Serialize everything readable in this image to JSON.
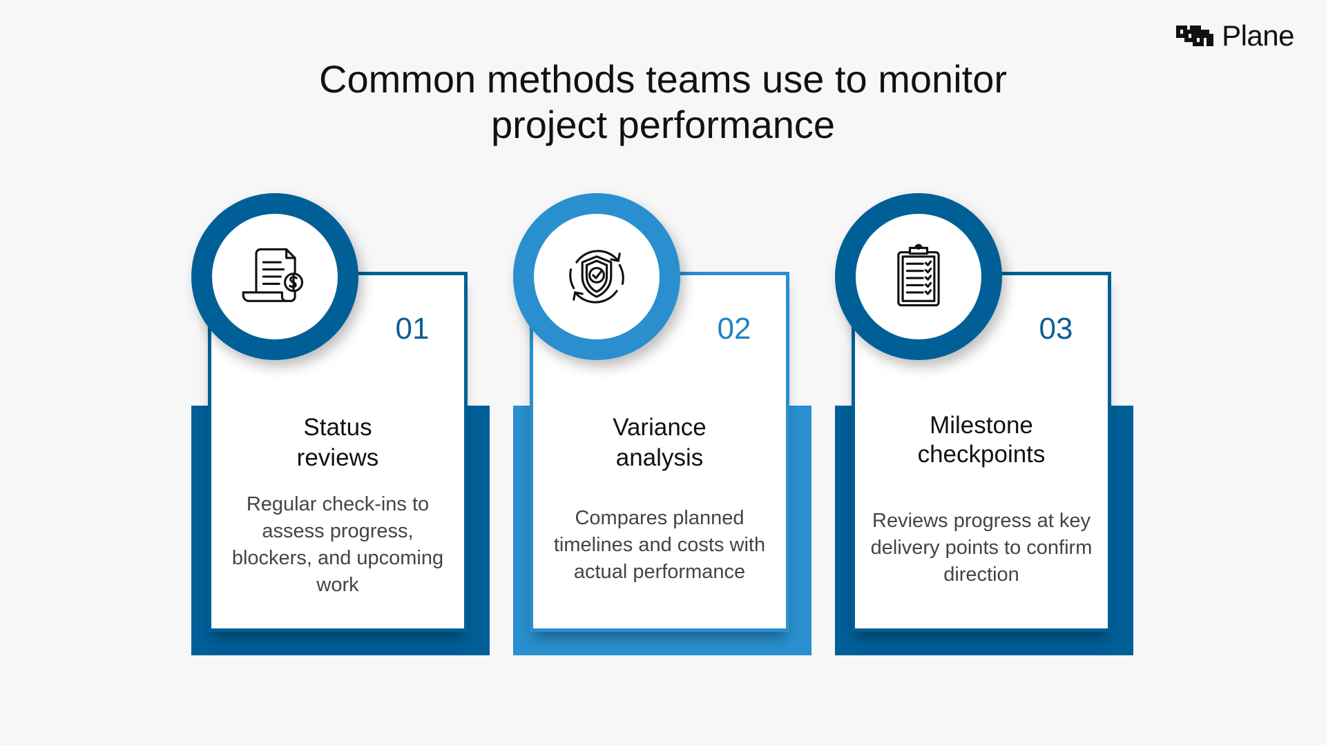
{
  "brand": {
    "name": "Plane",
    "logo_icon": "plane-logo-icon"
  },
  "title": {
    "line1": "Common methods teams use to monitor",
    "line2": "project performance"
  },
  "colors": {
    "dark_blue": "#015f97",
    "light_blue": "#2a8fce",
    "background": "#f7f7f8"
  },
  "methods": [
    {
      "number": "01",
      "icon": "document-dollar-icon",
      "heading_line1": "Status",
      "heading_line2": "reviews",
      "description": "Regular check-ins to assess progress, blockers, and upcoming work"
    },
    {
      "number": "02",
      "icon": "shield-check-cycle-icon",
      "heading_line1": "Variance",
      "heading_line2": "analysis",
      "description": "Compares planned timelines and costs with actual performance"
    },
    {
      "number": "03",
      "icon": "clipboard-checklist-icon",
      "heading_line1": "Milestone",
      "heading_line2": "checkpoints",
      "description": "Reviews progress at key delivery points to confirm direction"
    }
  ]
}
